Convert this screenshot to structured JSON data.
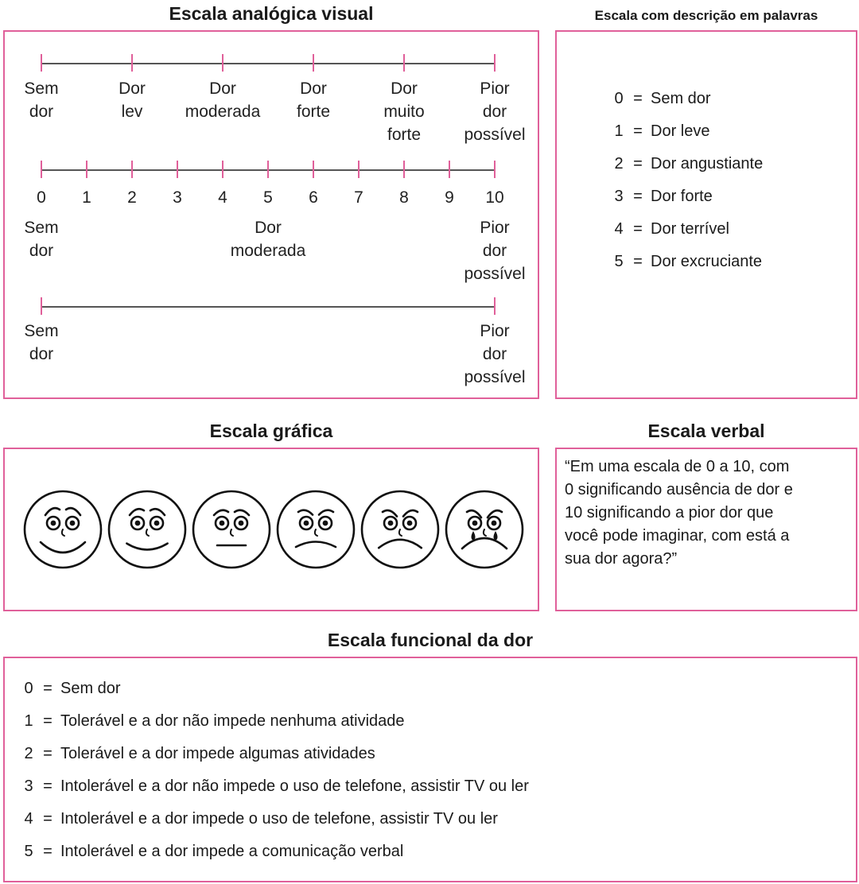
{
  "vas": {
    "title": "Escala analógica visual",
    "scale1_labels": [
      [
        "Sem",
        "dor"
      ],
      [
        "Dor",
        "lev"
      ],
      [
        "Dor",
        "moderada"
      ],
      [
        "Dor",
        "forte"
      ],
      [
        "Dor",
        "muito",
        "forte"
      ],
      [
        "Pior",
        "dor",
        "possível"
      ]
    ],
    "scale2_numbers": [
      "0",
      "1",
      "2",
      "3",
      "4",
      "5",
      "6",
      "7",
      "8",
      "9",
      "10"
    ],
    "scale2_labels": [
      [
        "Sem",
        "dor"
      ],
      [
        "Dor",
        "moderada"
      ],
      [
        "Pior",
        "dor",
        "possível"
      ]
    ],
    "scale3_labels": [
      [
        "Sem",
        "dor"
      ],
      [
        "Pior",
        "dor",
        "possível"
      ]
    ]
  },
  "words": {
    "title": "Escala com descrição em palavras",
    "items": [
      {
        "n": "0",
        "eq": "=",
        "text": "Sem dor"
      },
      {
        "n": "1",
        "eq": "=",
        "text": "Dor leve"
      },
      {
        "n": "2",
        "eq": "=",
        "text": "Dor angustiante"
      },
      {
        "n": "3",
        "eq": "=",
        "text": "Dor forte"
      },
      {
        "n": "4",
        "eq": "=",
        "text": "Dor terrível"
      },
      {
        "n": "5",
        "eq": "=",
        "text": "Dor excruciante"
      }
    ]
  },
  "graphic": {
    "title": "Escala gráfica",
    "faces": [
      {
        "icon": "very-happy-face-icon",
        "mood": 1.0
      },
      {
        "icon": "happy-face-icon",
        "mood": 0.6
      },
      {
        "icon": "neutral-face-icon",
        "mood": 0.0
      },
      {
        "icon": "sad-face-icon",
        "mood": -0.5
      },
      {
        "icon": "very-sad-face-icon",
        "mood": -0.8
      },
      {
        "icon": "crying-face-icon",
        "mood": -1.0
      }
    ]
  },
  "verbal": {
    "title": "Escala verbal",
    "lines": [
      "“Em uma escala de 0 a 10, com",
      "0 significando ausência de dor e",
      "10 significando a pior dor que",
      "você  pode imaginar, com está a",
      "sua dor agora?”"
    ]
  },
  "functional": {
    "title": "Escala funcional da dor",
    "items": [
      {
        "n": "0",
        "eq": "=",
        "text": "Sem dor"
      },
      {
        "n": "1",
        "eq": "=",
        "text": "Tolerável e a dor não impede nenhuma atividade"
      },
      {
        "n": "2",
        "eq": "=",
        "text": "Tolerável e a dor impede algumas atividades"
      },
      {
        "n": "3",
        "eq": "=",
        "text": "Intolerável e a dor não impede o uso de telefone, assistir TV ou ler"
      },
      {
        "n": "4",
        "eq": "=",
        "text": "Intolerável e a dor impede o uso de telefone, assistir TV ou ler"
      },
      {
        "n": "5",
        "eq": "=",
        "text": "Intolerável e a dor impede a comunicação verbal"
      }
    ]
  },
  "colors": {
    "border": "#e0609a",
    "line": "#555555",
    "tick": "#e0609a"
  }
}
